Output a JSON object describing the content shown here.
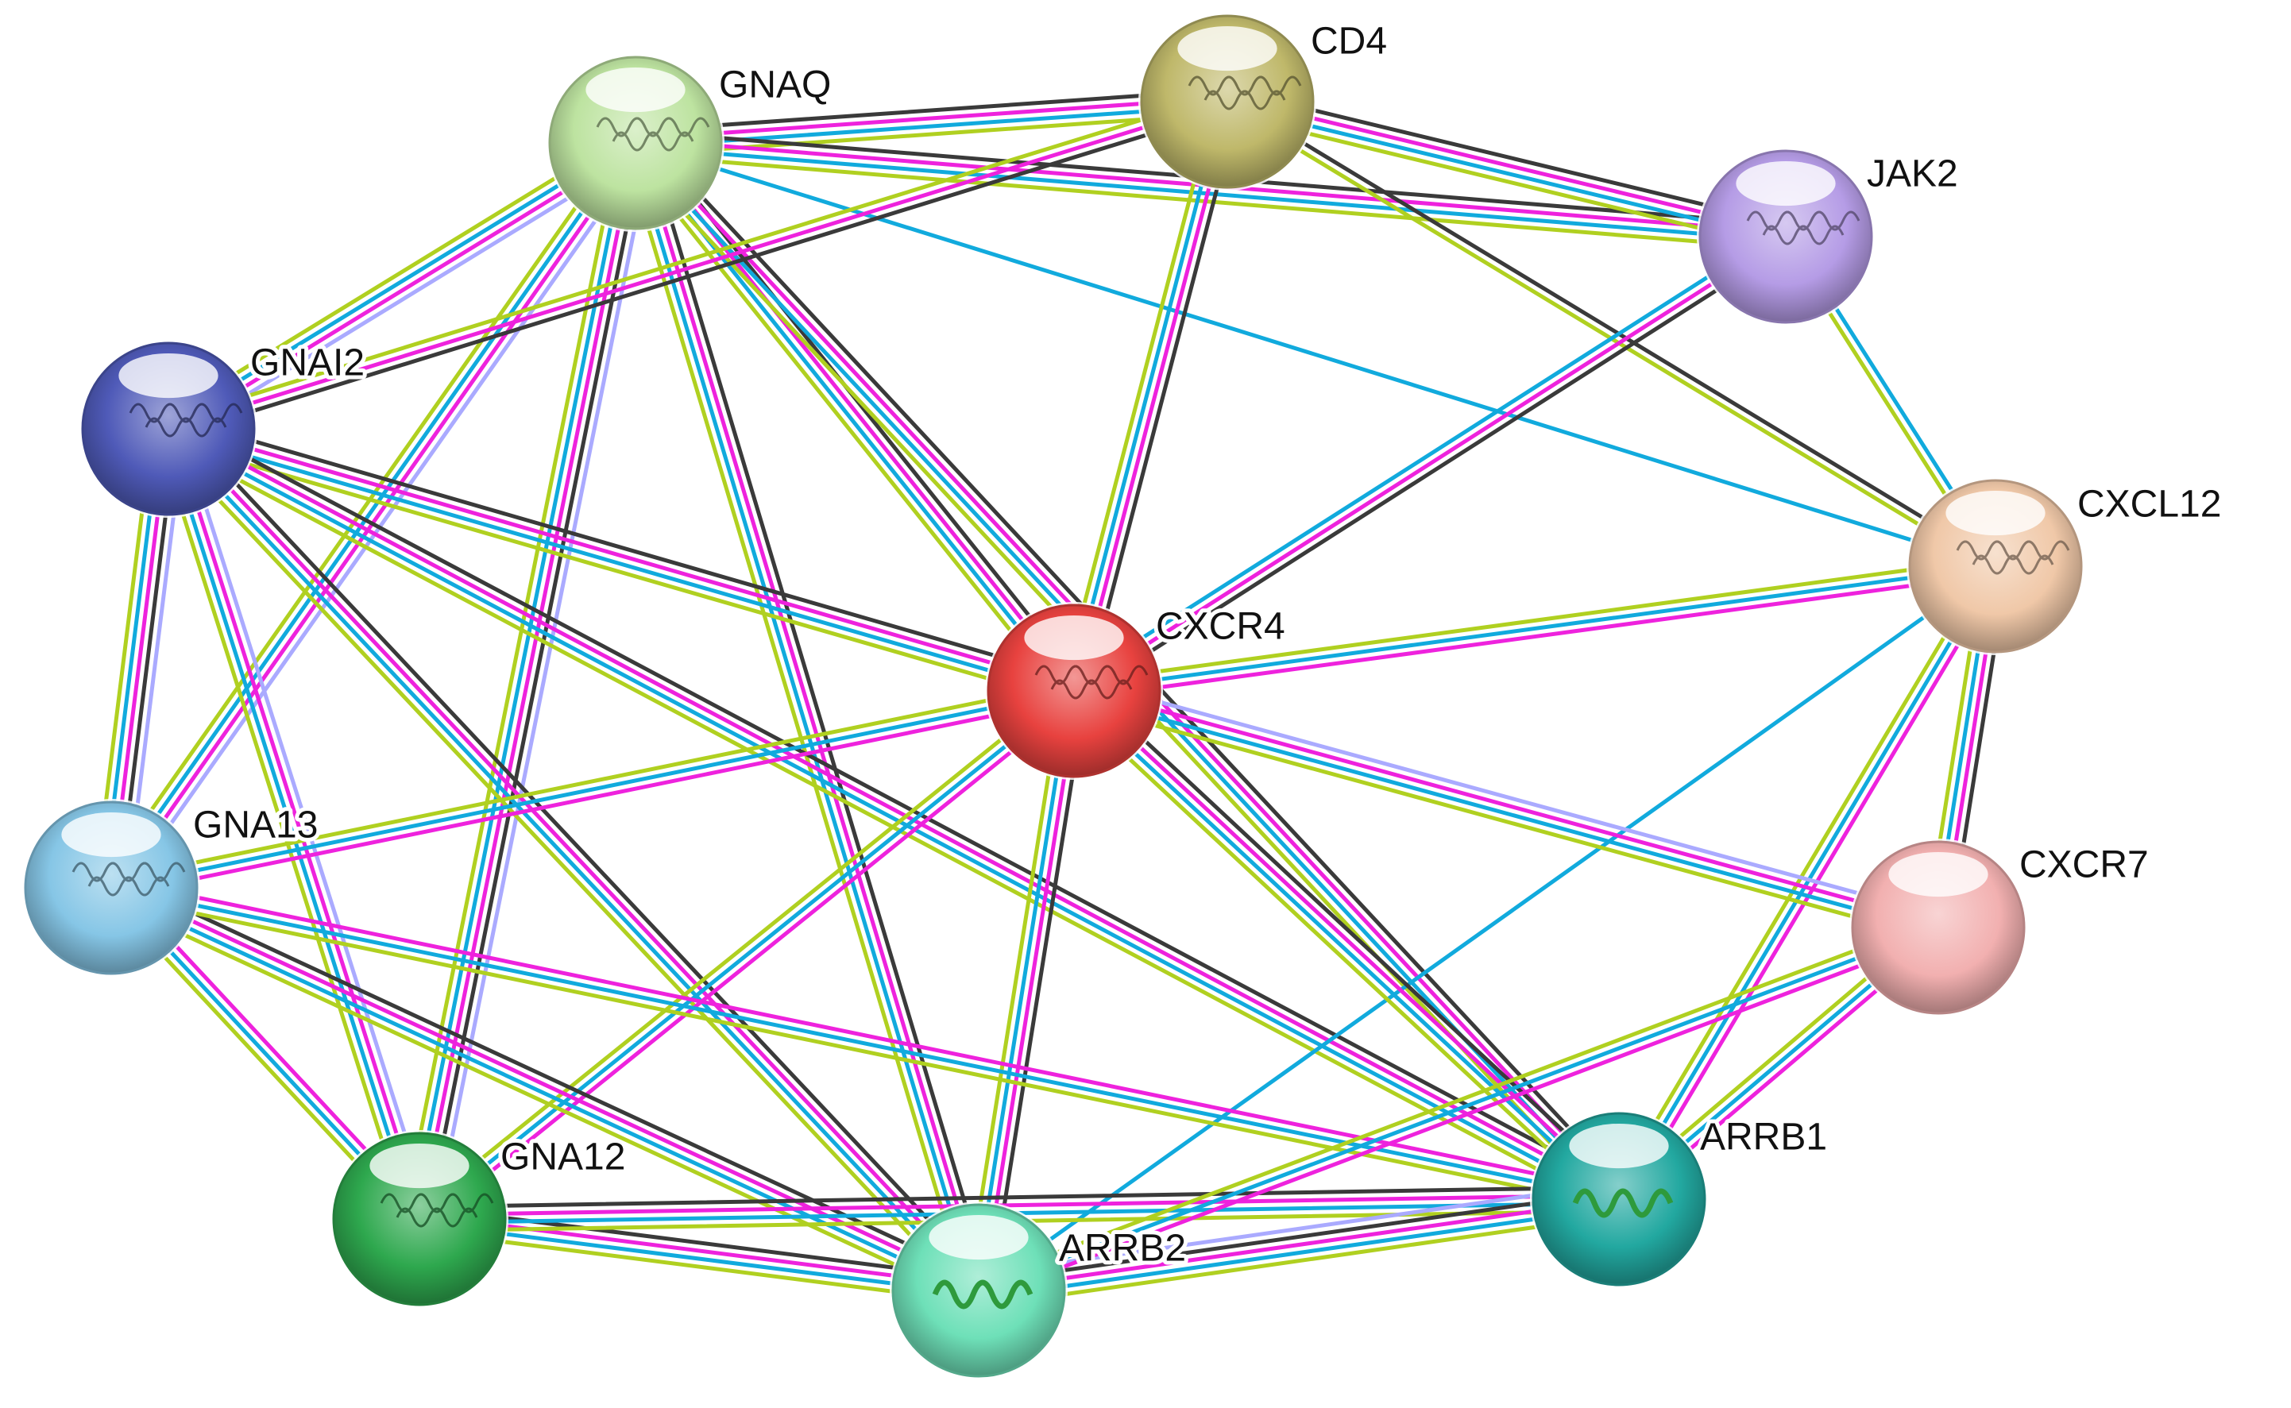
{
  "network": {
    "edge_colors": {
      "black": "#3a3a3a",
      "magenta": "#ee22dd",
      "cyan": "#11aadd",
      "yellow_green": "#b0d020",
      "lavender": "#aaaaff"
    },
    "nodes": [
      {
        "id": "GNAQ",
        "label": "GNAQ",
        "color": "#bde3a0",
        "glyph": "structure"
      },
      {
        "id": "CD4",
        "label": "CD4",
        "color": "#bfb86a",
        "glyph": "structure"
      },
      {
        "id": "JAK2",
        "label": "JAK2",
        "color": "#b59ce6",
        "glyph": "structure"
      },
      {
        "id": "GNAI2",
        "label": "GNAI2",
        "color": "#4f5ab8",
        "glyph": "structure"
      },
      {
        "id": "CXCL12",
        "label": "CXCL12",
        "color": "#f0c8a8",
        "glyph": "structure"
      },
      {
        "id": "CXCR4",
        "label": "CXCR4",
        "color": "#e8423f",
        "glyph": "structure"
      },
      {
        "id": "GNA13",
        "label": "GNA13",
        "color": "#86c6e6",
        "glyph": "structure"
      },
      {
        "id": "CXCR7",
        "label": "CXCR7",
        "color": "#f2b0b0",
        "glyph": "none"
      },
      {
        "id": "GNA12",
        "label": "GNA12",
        "color": "#2ea84e",
        "glyph": "structure"
      },
      {
        "id": "ARRB1",
        "label": "ARRB1",
        "color": "#22a8a0",
        "glyph": "helix"
      },
      {
        "id": "ARRB2",
        "label": "ARRB2",
        "color": "#6ee0b8",
        "glyph": "helix"
      }
    ],
    "edges": [
      {
        "a": "GNAQ",
        "b": "CD4",
        "colors": [
          "black",
          "magenta",
          "cyan",
          "yellow_green"
        ]
      },
      {
        "a": "GNAQ",
        "b": "JAK2",
        "colors": [
          "black",
          "magenta",
          "cyan",
          "yellow_green"
        ]
      },
      {
        "a": "GNAQ",
        "b": "CXCL12",
        "colors": [
          "cyan"
        ]
      },
      {
        "a": "GNAQ",
        "b": "CXCR4",
        "colors": [
          "black",
          "magenta",
          "cyan",
          "yellow_green"
        ]
      },
      {
        "a": "GNAQ",
        "b": "GNAI2",
        "colors": [
          "lavender",
          "magenta",
          "cyan",
          "yellow_green"
        ]
      },
      {
        "a": "GNAQ",
        "b": "GNA13",
        "colors": [
          "lavender",
          "magenta",
          "cyan",
          "yellow_green"
        ]
      },
      {
        "a": "GNAQ",
        "b": "GNA12",
        "colors": [
          "lavender",
          "black",
          "magenta",
          "cyan",
          "yellow_green"
        ]
      },
      {
        "a": "GNAQ",
        "b": "ARRB2",
        "colors": [
          "black",
          "magenta",
          "cyan",
          "yellow_green"
        ]
      },
      {
        "a": "GNAQ",
        "b": "ARRB1",
        "colors": [
          "black",
          "magenta",
          "cyan",
          "yellow_green"
        ]
      },
      {
        "a": "CD4",
        "b": "JAK2",
        "colors": [
          "black",
          "magenta",
          "cyan",
          "yellow_green"
        ]
      },
      {
        "a": "CD4",
        "b": "GNAI2",
        "colors": [
          "black",
          "magenta",
          "yellow_green"
        ]
      },
      {
        "a": "CD4",
        "b": "CXCL12",
        "colors": [
          "black",
          "yellow_green"
        ]
      },
      {
        "a": "CD4",
        "b": "CXCR4",
        "colors": [
          "black",
          "magenta",
          "cyan",
          "yellow_green"
        ]
      },
      {
        "a": "JAK2",
        "b": "CXCR4",
        "colors": [
          "black",
          "magenta",
          "cyan"
        ]
      },
      {
        "a": "JAK2",
        "b": "CXCL12",
        "colors": [
          "cyan",
          "yellow_green"
        ]
      },
      {
        "a": "GNAI2",
        "b": "CXCR4",
        "colors": [
          "black",
          "magenta",
          "cyan",
          "yellow_green"
        ]
      },
      {
        "a": "GNAI2",
        "b": "GNA13",
        "colors": [
          "lavender",
          "black",
          "magenta",
          "cyan",
          "yellow_green"
        ]
      },
      {
        "a": "GNAI2",
        "b": "GNA12",
        "colors": [
          "lavender",
          "magenta",
          "cyan",
          "yellow_green"
        ]
      },
      {
        "a": "GNAI2",
        "b": "ARRB2",
        "colors": [
          "black",
          "magenta",
          "cyan",
          "yellow_green"
        ]
      },
      {
        "a": "GNAI2",
        "b": "ARRB1",
        "colors": [
          "black",
          "magenta",
          "cyan",
          "yellow_green"
        ]
      },
      {
        "a": "CXCL12",
        "b": "CXCR4",
        "colors": [
          "magenta",
          "cyan",
          "yellow_green"
        ]
      },
      {
        "a": "CXCL12",
        "b": "CXCR7",
        "colors": [
          "black",
          "magenta",
          "cyan",
          "yellow_green"
        ]
      },
      {
        "a": "CXCL12",
        "b": "ARRB1",
        "colors": [
          "magenta",
          "cyan",
          "yellow_green"
        ]
      },
      {
        "a": "CXCL12",
        "b": "ARRB2",
        "colors": [
          "cyan"
        ]
      },
      {
        "a": "CXCR4",
        "b": "CXCR7",
        "colors": [
          "lavender",
          "magenta",
          "cyan",
          "yellow_green"
        ]
      },
      {
        "a": "CXCR4",
        "b": "GNA13",
        "colors": [
          "magenta",
          "cyan",
          "yellow_green"
        ]
      },
      {
        "a": "CXCR4",
        "b": "GNA12",
        "colors": [
          "magenta",
          "cyan",
          "yellow_green"
        ]
      },
      {
        "a": "CXCR4",
        "b": "ARRB2",
        "colors": [
          "black",
          "magenta",
          "cyan",
          "yellow_green"
        ]
      },
      {
        "a": "CXCR4",
        "b": "ARRB1",
        "colors": [
          "black",
          "magenta",
          "cyan",
          "yellow_green"
        ]
      },
      {
        "a": "GNA13",
        "b": "GNA12",
        "colors": [
          "magenta",
          "cyan",
          "yellow_green"
        ]
      },
      {
        "a": "GNA13",
        "b": "ARRB2",
        "colors": [
          "black",
          "magenta",
          "cyan",
          "yellow_green"
        ]
      },
      {
        "a": "GNA13",
        "b": "ARRB1",
        "colors": [
          "magenta",
          "cyan",
          "yellow_green"
        ]
      },
      {
        "a": "GNA12",
        "b": "ARRB2",
        "colors": [
          "black",
          "magenta",
          "cyan",
          "yellow_green"
        ]
      },
      {
        "a": "GNA12",
        "b": "ARRB1",
        "colors": [
          "black",
          "magenta",
          "cyan",
          "yellow_green"
        ]
      },
      {
        "a": "ARRB2",
        "b": "ARRB1",
        "colors": [
          "lavender",
          "black",
          "magenta",
          "cyan",
          "yellow_green"
        ]
      },
      {
        "a": "CXCR7",
        "b": "ARRB1",
        "colors": [
          "magenta",
          "cyan",
          "yellow_green"
        ]
      },
      {
        "a": "CXCR7",
        "b": "ARRB2",
        "colors": [
          "magenta",
          "cyan",
          "yellow_green"
        ]
      }
    ]
  }
}
